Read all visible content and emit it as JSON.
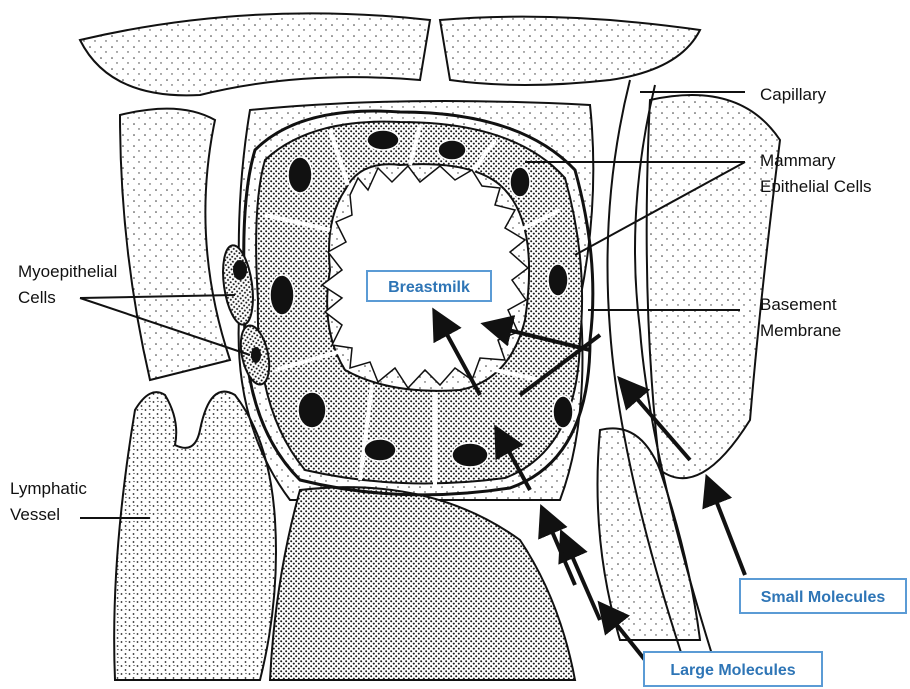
{
  "labels": {
    "capillary": "Capillary",
    "mammary_line1": "Mammary",
    "mammary_line2": "Epithelial Cells",
    "myo_line1": "Myoepithelial",
    "myo_line2": "Cells",
    "basement_line1": "Basement",
    "basement_line2": "Membrane",
    "lymphatic_line1": "Lymphatic",
    "lymphatic_line2": "Vessel"
  },
  "boxes": {
    "breastmilk": "Breastmilk",
    "small_molecules": "Small Molecules",
    "large_molecules": "Large Molecules"
  },
  "colors": {
    "box_text": "#2E75B6",
    "box_border": "#5B9BD5",
    "ink": "#111111",
    "stipple": "#3a3a3a"
  }
}
